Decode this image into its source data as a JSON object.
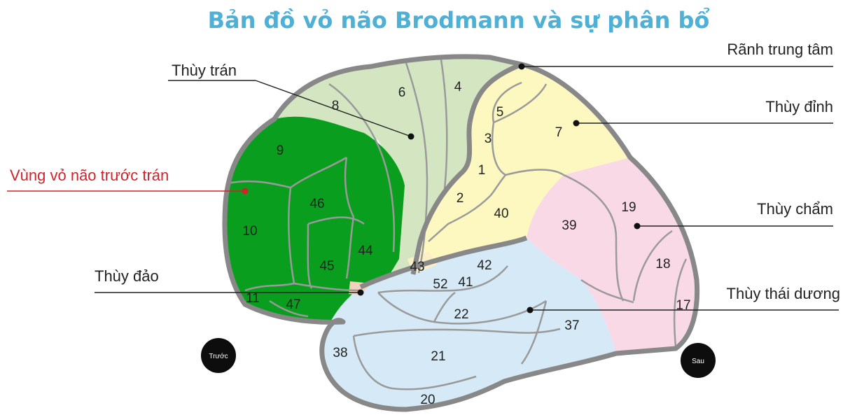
{
  "title": "Bản đồ vỏ não Brodmann và sự phân bổ",
  "labels": {
    "central_sulcus": "Rãnh trung tâm",
    "frontal_lobe": "Thùy trán",
    "parietal_lobe": "Thùy đỉnh",
    "prefrontal_cortex": "Vùng vỏ não trước trán",
    "occipital_lobe": "Thùy chẩm",
    "insula": "Thùy đảo",
    "temporal_lobe": "Thùy thái dương"
  },
  "orientation": {
    "front": "Trước",
    "back": "Sau"
  },
  "areas": [
    "1",
    "2",
    "3",
    "4",
    "5",
    "6",
    "7",
    "8",
    "9",
    "10",
    "11",
    "17",
    "18",
    "19",
    "20",
    "21",
    "22",
    "37",
    "38",
    "39",
    "40",
    "41",
    "42",
    "43",
    "44",
    "45",
    "46",
    "47",
    "52"
  ],
  "colors": {
    "title": "#4fb0d6",
    "frontal": "#d4e6c1",
    "prefrontal": "#0a9e1e",
    "parietal": "#fdf8c0",
    "occipital": "#fad9e6",
    "temporal": "#d5e9f6",
    "insula": "#f3d1be",
    "outline": "#888888",
    "highlight_label": "#d2232a"
  }
}
